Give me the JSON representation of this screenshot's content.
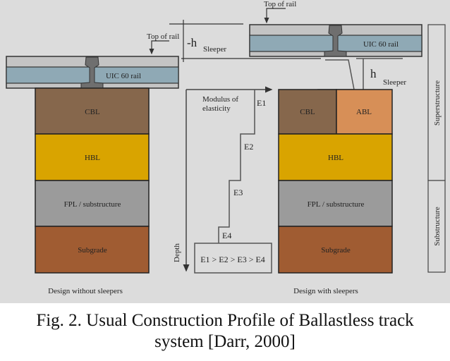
{
  "left_design": {
    "top_of_rail": "Top of rail",
    "rail_label": "UIC 60 rail",
    "layers": [
      "CBL",
      "HBL",
      "FPL / substructure",
      "Subgrade"
    ],
    "caption": "Design without sleepers"
  },
  "right_design": {
    "top_of_rail": "Top of rail",
    "rail_label": "UIC 60 rail",
    "layers": [
      "CBL",
      "ABL",
      "HBL",
      "FPL / substructure",
      "Subgrade"
    ],
    "caption": "Design with sleepers"
  },
  "dimensions": {
    "neg_h": "-h",
    "h": "h",
    "sleeper": "Sleeper"
  },
  "modulus": {
    "title_line1": "Modulus of",
    "title_line2": "elasticity",
    "axis_depth": "Depth",
    "labels": [
      "E1",
      "E2",
      "E3",
      "E4"
    ],
    "relation": "E1 > E2 > E3 > E4"
  },
  "side_labels": {
    "superstructure": "Superstructure",
    "substructure": "Substructure"
  },
  "colors": {
    "background": "#dcdcdc",
    "cbl": "#86674c",
    "abl": "#d78f57",
    "hbl": "#d9a400",
    "fpl": "#9b9b9b",
    "subgrade": "#a05c32",
    "rail_blue": "#8fa9b5"
  },
  "figure_caption_line1": "Fig. 2. Usual Construction Profile of Ballastless track",
  "figure_caption_line2": "system [Darr, 2000]"
}
